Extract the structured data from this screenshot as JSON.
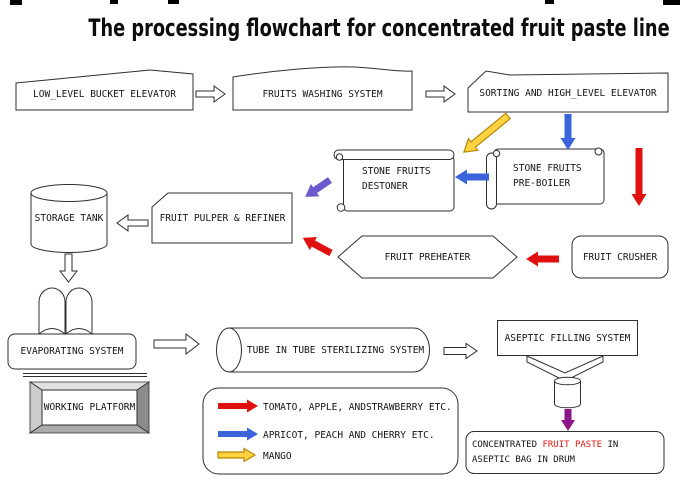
{
  "title": "The processing flowchart for concentrated fruit paste line",
  "nodes": {
    "low_level_bucket_elevator": "LOW_LEVEL BUCKET ELEVATOR",
    "fruits_washing_system": "FRUITS WASHING SYSTEM",
    "sorting_high_level_elevator": "SORTING AND HIGH_LEVEL ELEVATOR",
    "stone_fruits_destoner": "STONE FRUITS DESTONER",
    "stone_fruits_pre_boiler": "STONE FRUITS PRE-BOILER",
    "fruit_pulper_refiner": "FRUIT PULPER & REFINER",
    "storage_tank": "STORAGE TANK",
    "fruit_preheater": "FRUIT PREHEATER",
    "fruit_crusher": "FRUIT CRUSHER",
    "evaporating_system": "EVAPORATING SYSTEM",
    "working_platform": "WORKING PLATFORM",
    "tube_in_tube_sterilizing_system": "TUBE IN TUBE STERILIZING SYSTEM",
    "aseptic_filling_system": "ASEPTIC FILLING SYSTEM",
    "final_product": {
      "part1": "CONCENTRATED ",
      "highlight": "FRUIT PASTE",
      "part2": " IN ASEPTIC BAG IN DRUM",
      "highlight_color": "#e41710"
    }
  },
  "legend": {
    "items": [
      {
        "arrow_icon": "red-arrow",
        "color": "#e11010",
        "label": "TOMATO, APPLE, ANDSTRAWBERRY ETC."
      },
      {
        "arrow_icon": "blue-arrow",
        "color": "#3b64db",
        "label": "APRICOT, PEACH AND CHERRY ETC."
      },
      {
        "arrow_icon": "yellow-arrow",
        "color": "#ffd23f",
        "label": "MANGO"
      }
    ]
  },
  "colors": {
    "red_arrow": "#e11010",
    "blue_arrow": "#3b64db",
    "slate_purple_arrow": "#6a5acd",
    "dark_purple_arrow": "#8b1585",
    "yellow_arrow_fill": "#ffd23f",
    "yellow_arrow_stroke": "#b8860b",
    "outline": "#2f2f2f",
    "background": "#ffffff"
  },
  "edges": [
    {
      "from": "low_level_bucket_elevator",
      "to": "fruits_washing_system",
      "style": "outline"
    },
    {
      "from": "fruits_washing_system",
      "to": "sorting_high_level_elevator",
      "style": "outline"
    },
    {
      "from": "sorting_high_level_elevator",
      "to": "stone_fruits_destoner",
      "style": "yellow"
    },
    {
      "from": "sorting_high_level_elevator",
      "to": "stone_fruits_pre_boiler",
      "style": "blue"
    },
    {
      "from": "sorting_high_level_elevator",
      "to": "fruit_crusher",
      "style": "red"
    },
    {
      "from": "stone_fruits_pre_boiler",
      "to": "stone_fruits_destoner",
      "style": "blue"
    },
    {
      "from": "stone_fruits_destoner",
      "to": "fruit_pulper_refiner",
      "style": "purple"
    },
    {
      "from": "fruit_crusher",
      "to": "fruit_preheater",
      "style": "red"
    },
    {
      "from": "fruit_preheater",
      "to": "fruit_pulper_refiner",
      "style": "red"
    },
    {
      "from": "fruit_pulper_refiner",
      "to": "storage_tank",
      "style": "outline"
    },
    {
      "from": "storage_tank",
      "to": "evaporating_system",
      "style": "outline"
    },
    {
      "from": "evaporating_system",
      "to": "tube_in_tube_sterilizing_system",
      "style": "outline"
    },
    {
      "from": "tube_in_tube_sterilizing_system",
      "to": "aseptic_filling_system",
      "style": "outline"
    },
    {
      "from": "aseptic_filling_system",
      "to": "final_product",
      "style": "dark_purple"
    }
  ]
}
